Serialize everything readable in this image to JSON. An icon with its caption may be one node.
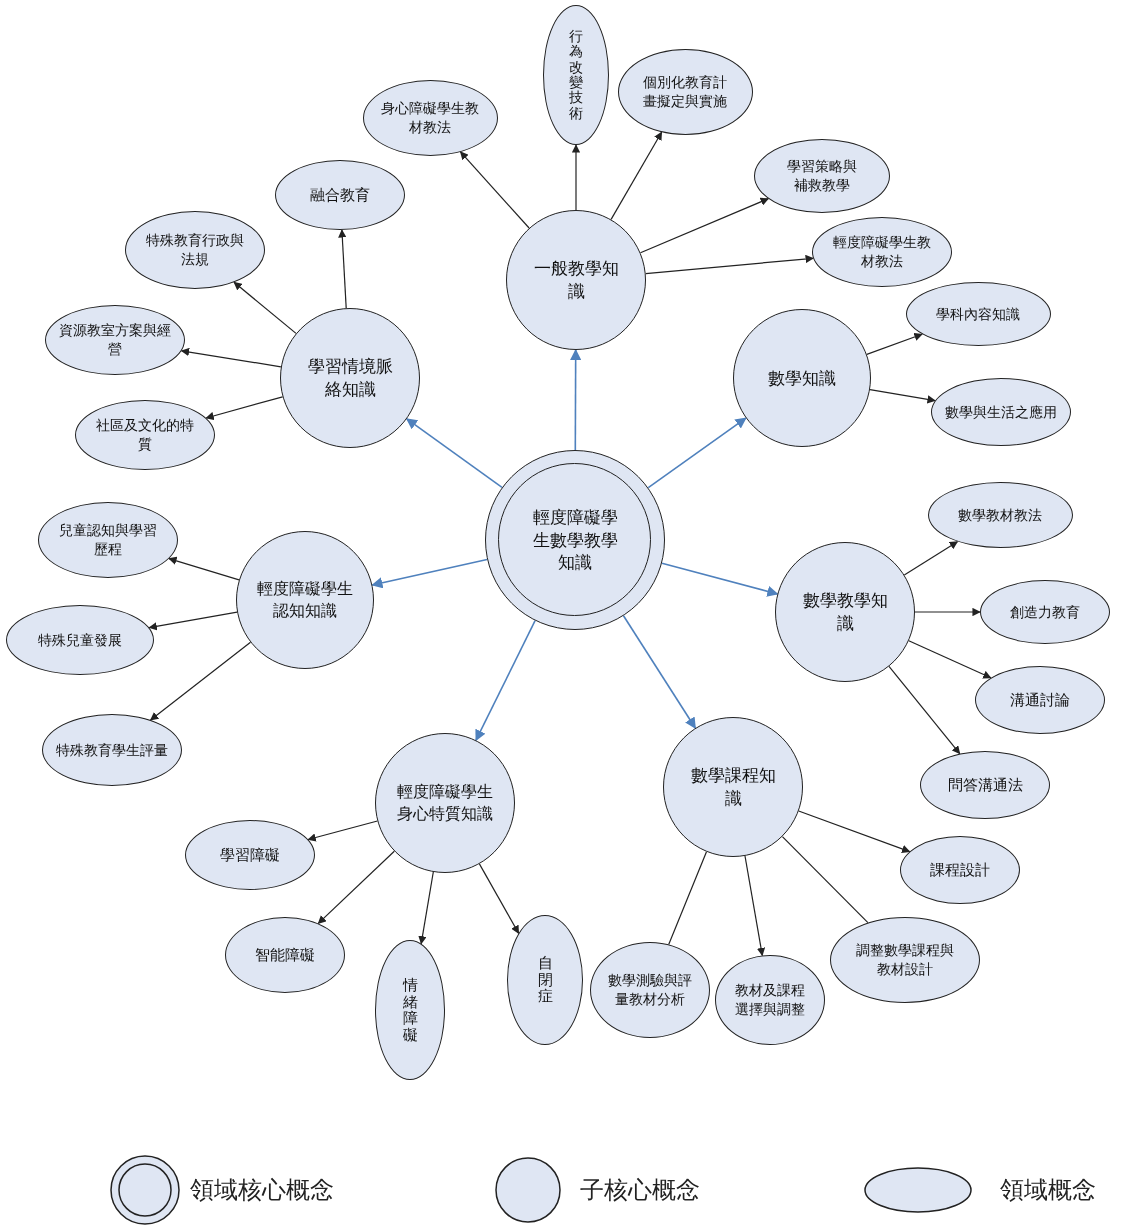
{
  "diagram": {
    "nodes": [
      {
        "text": [
          "輕度障礙學生數學教學知識"
        ]
      },
      {
        "text": [
          "一般教學知識"
        ]
      },
      {
        "text": [
          "身心障礙學生教材教法"
        ]
      },
      {
        "text": [
          "行為改變技術"
        ]
      },
      {
        "text": [
          "個別化教育計畫擬定與實施"
        ]
      },
      {
        "text": [
          "學習策略與補救教學"
        ]
      },
      {
        "text": [
          "輕度障礙學生教材教法"
        ]
      },
      {
        "text": [
          "學習情境脈絡知識"
        ]
      },
      {
        "text": [
          "融合教育"
        ]
      },
      {
        "text": [
          "特殊教育行政與法規"
        ]
      },
      {
        "text": [
          "資源教室方案與經營"
        ]
      },
      {
        "text": [
          "社區及文化的特質"
        ]
      },
      {
        "text": [
          "數學知識"
        ]
      },
      {
        "text": [
          "學科內容知識"
        ]
      },
      {
        "text": [
          "數學與生活之應用"
        ]
      },
      {
        "text": [
          "輕度障礙學生認知知識"
        ]
      },
      {
        "text": [
          "兒童認知與學習歷程"
        ]
      },
      {
        "text": [
          "特殊兒童發展"
        ]
      },
      {
        "text": [
          "特殊教育學生評量"
        ]
      },
      {
        "text": [
          "數學教學知識"
        ]
      },
      {
        "text": [
          "數學教材教法"
        ]
      },
      {
        "text": [
          "創造力教育"
        ]
      },
      {
        "text": [
          "溝通討論"
        ]
      },
      {
        "text": [
          "問答溝通法"
        ]
      },
      {
        "text": [
          "輕度障礙學生身心特質知識"
        ]
      },
      {
        "text": [
          "學習障礙"
        ]
      },
      {
        "text": [
          "智能障礙"
        ]
      },
      {
        "text": [
          "情緒障礙"
        ]
      },
      {
        "text": [
          "自閉症"
        ]
      },
      {
        "text": [
          "數學課程知識"
        ]
      },
      {
        "text": [
          "課程設計"
        ]
      },
      {
        "text": [
          "調整數學課程與教材設計"
        ]
      },
      {
        "text": [
          "教材及課程選擇與調整"
        ]
      },
      {
        "text": [
          "數學測驗與評量教材分析"
        ]
      }
    ],
    "edges": [
      {
        "from": 0,
        "to": 1,
        "arrow": "to",
        "color": "#4f81bd"
      },
      {
        "from": 0,
        "to": 7,
        "arrow": "to",
        "color": "#4f81bd"
      },
      {
        "from": 0,
        "to": 12,
        "arrow": "to",
        "color": "#4f81bd"
      },
      {
        "from": 0,
        "to": 15,
        "arrow": "to",
        "color": "#4f81bd"
      },
      {
        "from": 0,
        "to": 19,
        "arrow": "to",
        "color": "#4f81bd"
      },
      {
        "from": 0,
        "to": 24,
        "arrow": "to",
        "color": "#4f81bd"
      },
      {
        "from": 0,
        "to": 29,
        "arrow": "to",
        "color": "#4f81bd"
      },
      {
        "from": 1,
        "to": 2,
        "arrow": "to"
      },
      {
        "from": 1,
        "to": 3,
        "arrow": "to"
      },
      {
        "from": 1,
        "to": 4,
        "arrow": "to"
      },
      {
        "from": 1,
        "to": 5,
        "arrow": "to"
      },
      {
        "from": 1,
        "to": 6,
        "arrow": "to"
      },
      {
        "from": 7,
        "to": 8,
        "arrow": "to"
      },
      {
        "from": 7,
        "to": 9,
        "arrow": "to"
      },
      {
        "from": 7,
        "to": 10,
        "arrow": "to"
      },
      {
        "from": 7,
        "to": 11,
        "arrow": "to"
      },
      {
        "from": 12,
        "to": 13,
        "arrow": "to"
      },
      {
        "from": 12,
        "to": 14,
        "arrow": "to"
      },
      {
        "from": 15,
        "to": 16,
        "arrow": "to"
      },
      {
        "from": 15,
        "to": 17,
        "arrow": "to"
      },
      {
        "from": 15,
        "to": 18,
        "arrow": "to"
      },
      {
        "from": 19,
        "to": 20,
        "arrow": "to"
      },
      {
        "from": 19,
        "to": 21,
        "arrow": "to"
      },
      {
        "from": 19,
        "to": 22,
        "arrow": "to"
      },
      {
        "from": 19,
        "to": 23,
        "arrow": "to"
      },
      {
        "from": 24,
        "to": 25,
        "arrow": "to"
      },
      {
        "from": 24,
        "to": 26,
        "arrow": "to"
      },
      {
        "from": 24,
        "to": 27,
        "arrow": "to"
      },
      {
        "from": 24,
        "to": 28,
        "arrow": "to"
      },
      {
        "from": 29,
        "to": 30,
        "arrow": "to"
      },
      {
        "from": 29,
        "to": 31,
        "arrow": "none"
      },
      {
        "from": 29,
        "to": 32,
        "arrow": "to"
      },
      {
        "from": 29,
        "to": 33,
        "arrow": "none"
      }
    ],
    "legend": [
      {
        "text": "領域核心概念"
      },
      {
        "text": "子核心概念"
      },
      {
        "text": "領域概念"
      }
    ]
  }
}
